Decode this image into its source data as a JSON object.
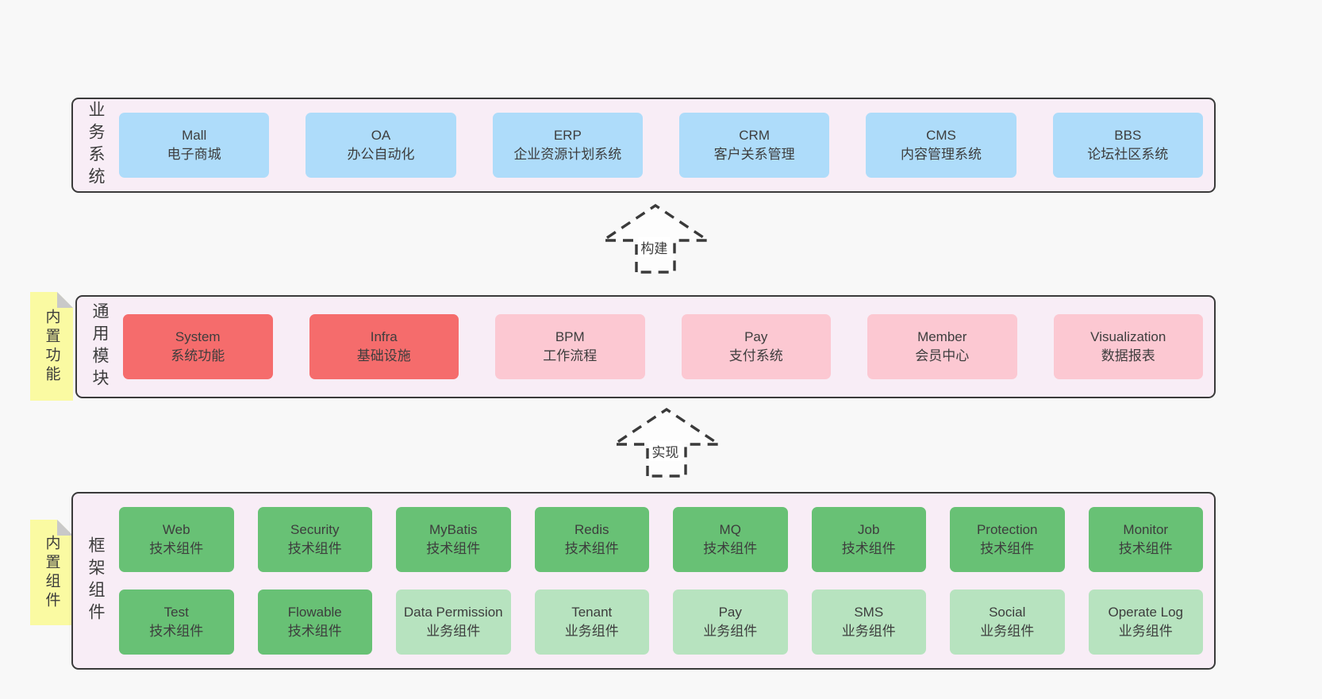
{
  "diagram": {
    "layers": [
      {
        "label": "业务系统",
        "boxes": [
          {
            "title": "Mall",
            "subtitle": "电子商城"
          },
          {
            "title": "OA",
            "subtitle": "办公自动化"
          },
          {
            "title": "ERP",
            "subtitle": "企业资源计划系统"
          },
          {
            "title": "CRM",
            "subtitle": "客户关系管理"
          },
          {
            "title": "CMS",
            "subtitle": "内容管理系统"
          },
          {
            "title": "BBS",
            "subtitle": "论坛社区系统"
          }
        ]
      },
      {
        "side_note": "内置功能",
        "label": "通用模块",
        "boxes": [
          {
            "title": "System",
            "subtitle": "系统功能"
          },
          {
            "title": "Infra",
            "subtitle": "基础设施"
          },
          {
            "title": "BPM",
            "subtitle": "工作流程"
          },
          {
            "title": "Pay",
            "subtitle": "支付系统"
          },
          {
            "title": "Member",
            "subtitle": "会员中心"
          },
          {
            "title": "Visualization",
            "subtitle": "数据报表"
          }
        ]
      },
      {
        "side_note": "内置组件",
        "label": "框架组件",
        "rows": [
          [
            {
              "title": "Web",
              "subtitle": "技术组件"
            },
            {
              "title": "Security",
              "subtitle": "技术组件"
            },
            {
              "title": "MyBatis",
              "subtitle": "技术组件"
            },
            {
              "title": "Redis",
              "subtitle": "技术组件"
            },
            {
              "title": "MQ",
              "subtitle": "技术组件"
            },
            {
              "title": "Job",
              "subtitle": "技术组件"
            },
            {
              "title": "Protection",
              "subtitle": "技术组件"
            },
            {
              "title": "Monitor",
              "subtitle": "技术组件"
            }
          ],
          [
            {
              "title": "Test",
              "subtitle": "技术组件"
            },
            {
              "title": "Flowable",
              "subtitle": "技术组件"
            },
            {
              "title": "Data Permission",
              "subtitle": "业务组件"
            },
            {
              "title": "Tenant",
              "subtitle": "业务组件"
            },
            {
              "title": "Pay",
              "subtitle": "业务组件"
            },
            {
              "title": "SMS",
              "subtitle": "业务组件"
            },
            {
              "title": "Social",
              "subtitle": "业务组件"
            },
            {
              "title": "Operate Log",
              "subtitle": "业务组件"
            }
          ]
        ]
      }
    ],
    "arrows": [
      {
        "label": "构建"
      },
      {
        "label": "实现"
      }
    ],
    "palette": {
      "page_bg": "#f8f8f8",
      "panel_bg": "#f8edf6",
      "panel_border": "#3a3a3a",
      "blue": "#aedcfa",
      "red": "#f56c6c",
      "pink": "#fcc8d2",
      "green": "#68c175",
      "light_green": "#b7e3bf",
      "yellow_note": "#fafaa2",
      "fold_gray": "#c9c9c9",
      "text": "#3c3c3c"
    }
  }
}
